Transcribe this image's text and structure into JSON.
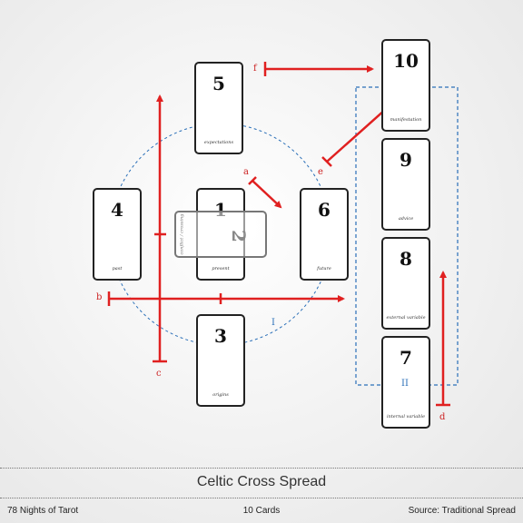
{
  "cards": [
    {
      "id": "1",
      "number": "1",
      "caption": "present"
    },
    {
      "id": "2",
      "number": "2",
      "caption": "conflict / crossing"
    },
    {
      "id": "3",
      "number": "3",
      "caption": "origins"
    },
    {
      "id": "4",
      "number": "4",
      "caption": "past"
    },
    {
      "id": "5",
      "number": "5",
      "caption": "expectations"
    },
    {
      "id": "6",
      "number": "6",
      "caption": "future"
    },
    {
      "id": "7",
      "number": "7",
      "caption": "internal variable"
    },
    {
      "id": "8",
      "number": "8",
      "caption": "external variable"
    },
    {
      "id": "9",
      "number": "9",
      "caption": "advice"
    },
    {
      "id": "10",
      "number": "10",
      "caption": "manifestation"
    }
  ],
  "markers": {
    "a": "a",
    "b": "b",
    "c": "c",
    "d": "d",
    "e": "e",
    "f": "f",
    "I": "I",
    "II": "II"
  },
  "colors": {
    "arrow": "#e02020",
    "dashed": "#2a6fb8",
    "card_border": "#222222"
  },
  "footer": {
    "title": "Celtic Cross Spread",
    "left": "78 Nights of Tarot",
    "center": "10 Cards",
    "right": "Source: Traditional Spread"
  }
}
